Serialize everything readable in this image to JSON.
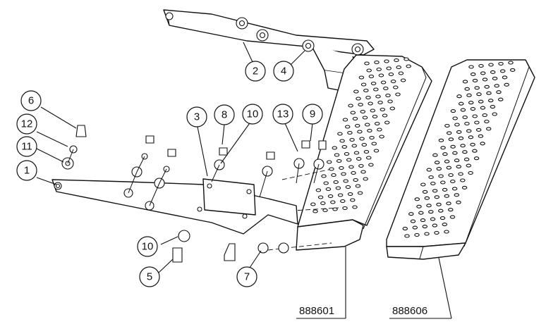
{
  "callouts": [
    "2",
    "4",
    "6",
    "12",
    "11",
    "1",
    "3",
    "8",
    "10",
    "13",
    "9",
    "10",
    "5",
    "7"
  ],
  "part_numbers": [
    "888601",
    "888606"
  ]
}
